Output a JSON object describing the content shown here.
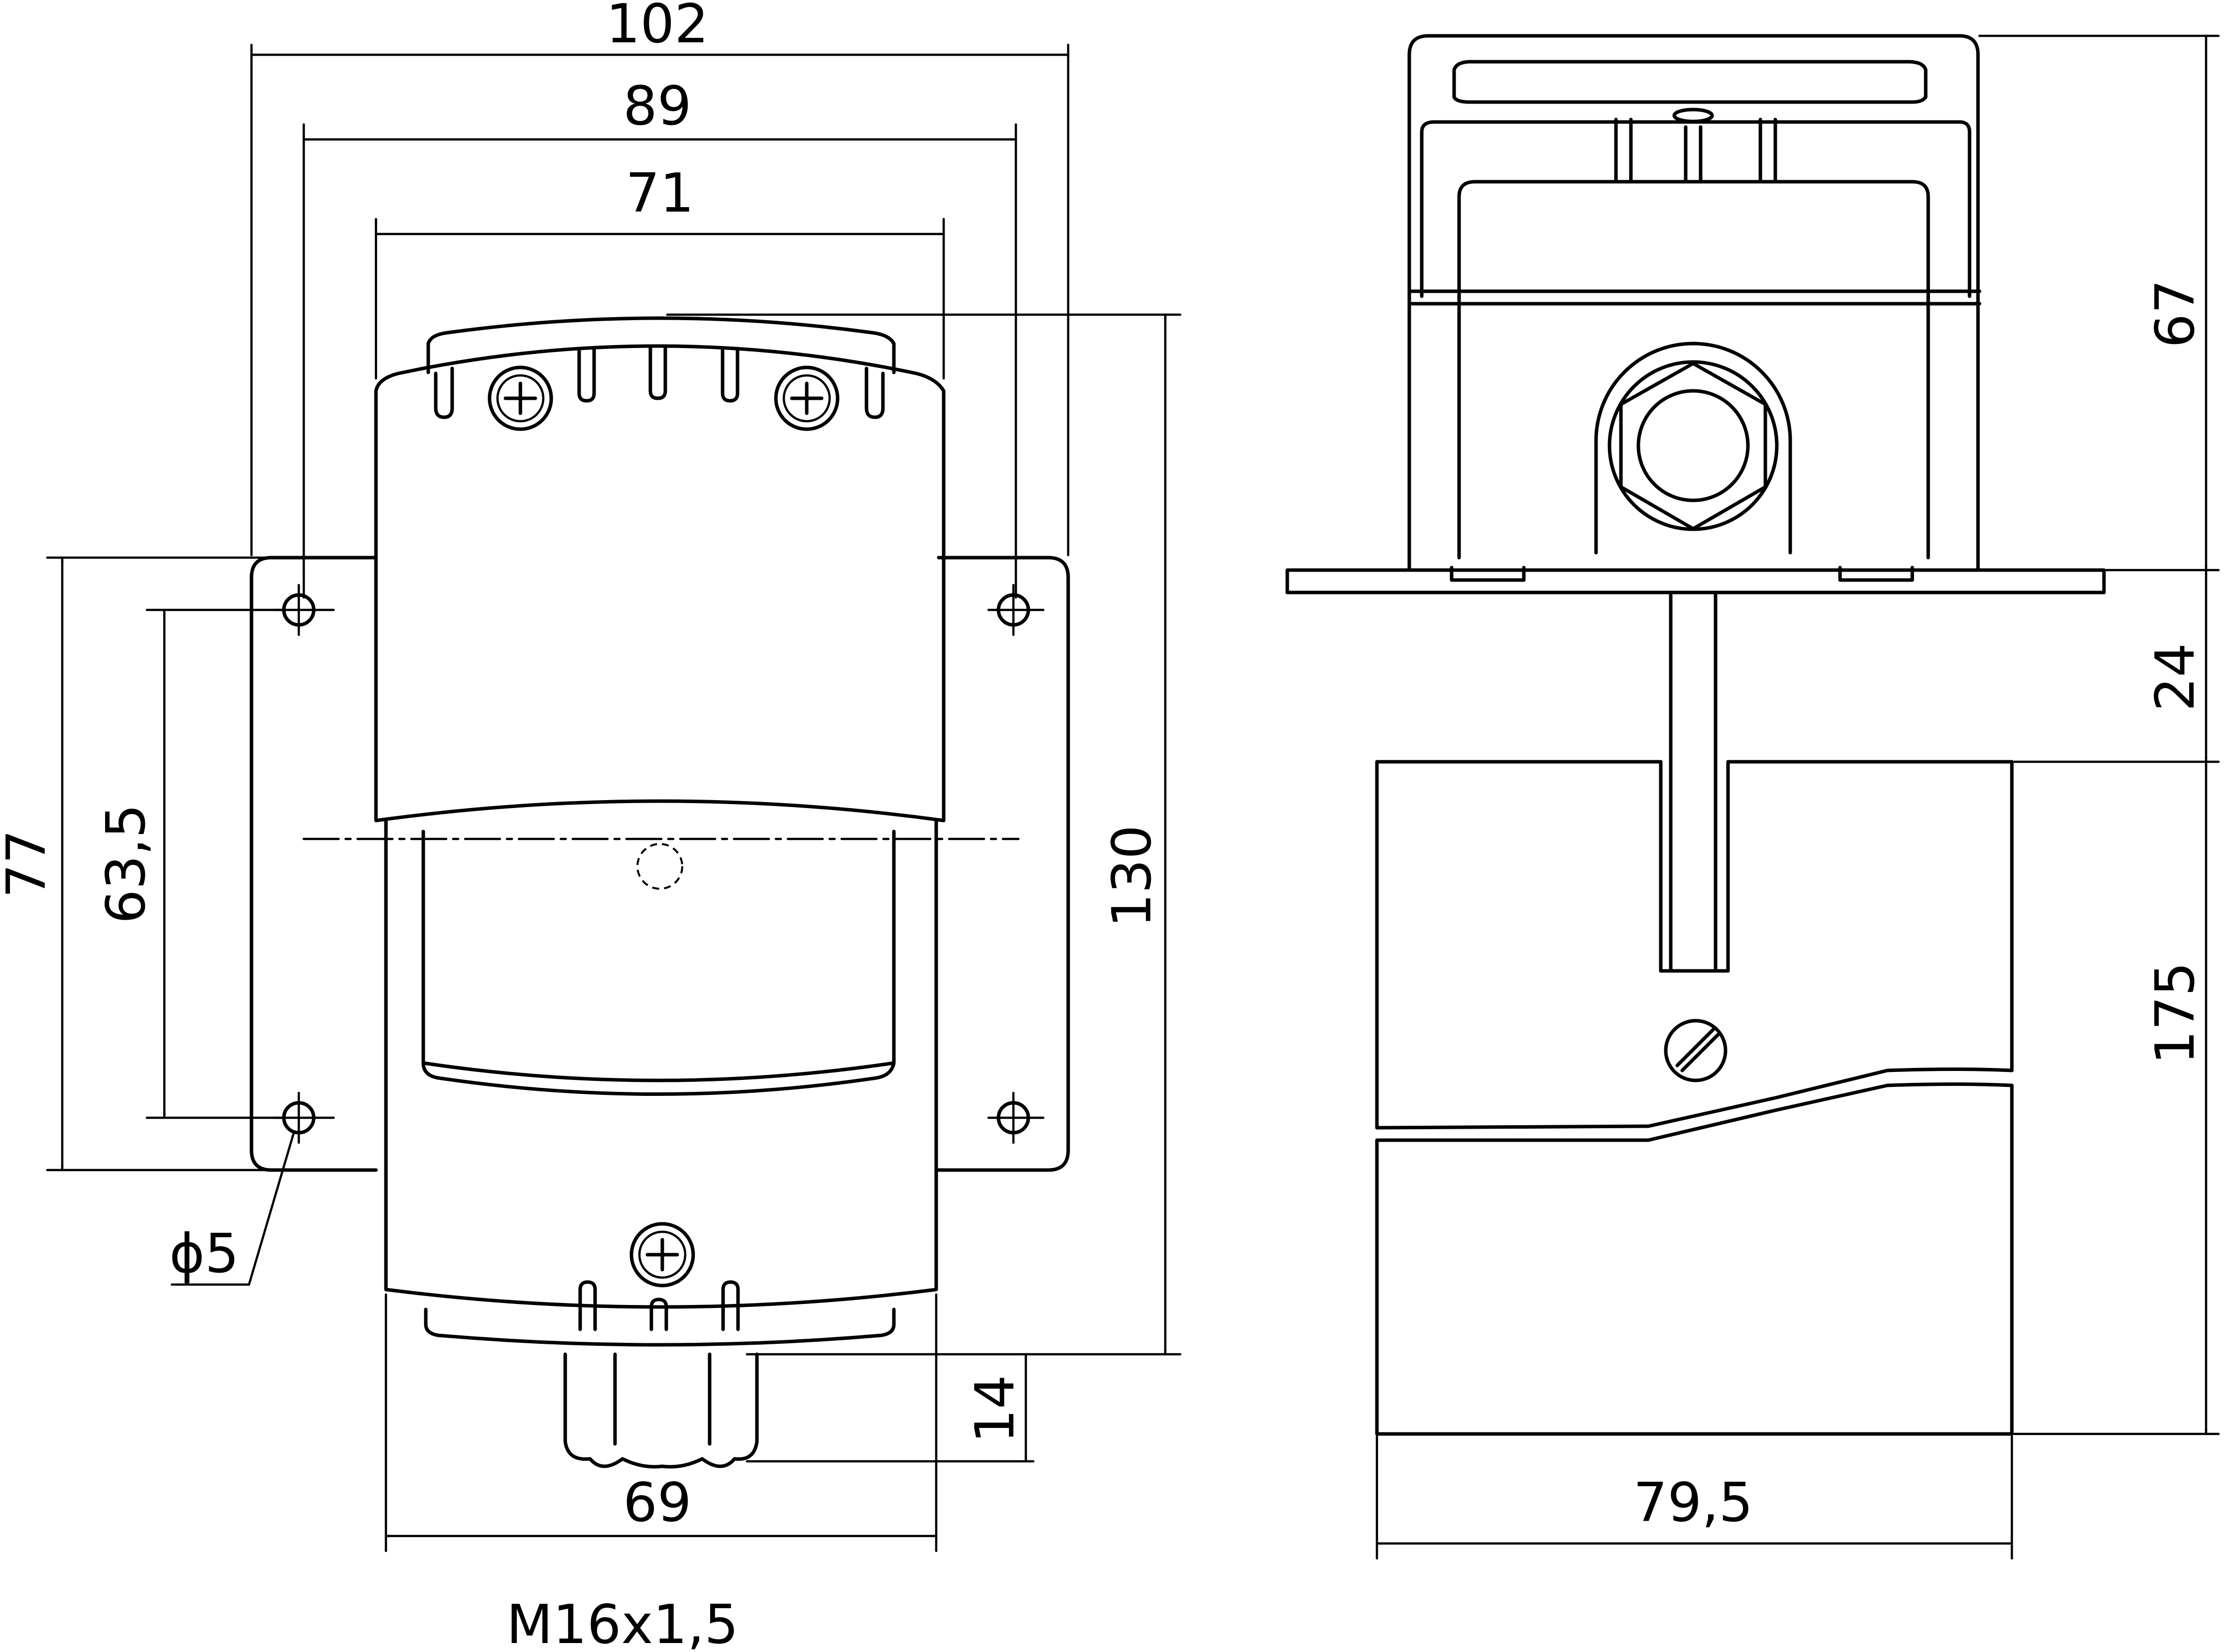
{
  "dimensions": {
    "front_width_overall": "102",
    "hole_spacing_horizontal": "89",
    "housing_width": "71",
    "lower_housing_width": "69",
    "height_overall": "130",
    "plate_height": "77",
    "hole_spacing_vertical": "63,5",
    "hole_diameter": "ϕ5",
    "gland_protrusion": "14",
    "thread": "M16x1,5",
    "side_housing_height": "67",
    "stem_length": "24",
    "duct_length": "175",
    "duct_width": "79,5"
  },
  "colors": {
    "line": "#000000",
    "background": "#ffffff"
  }
}
